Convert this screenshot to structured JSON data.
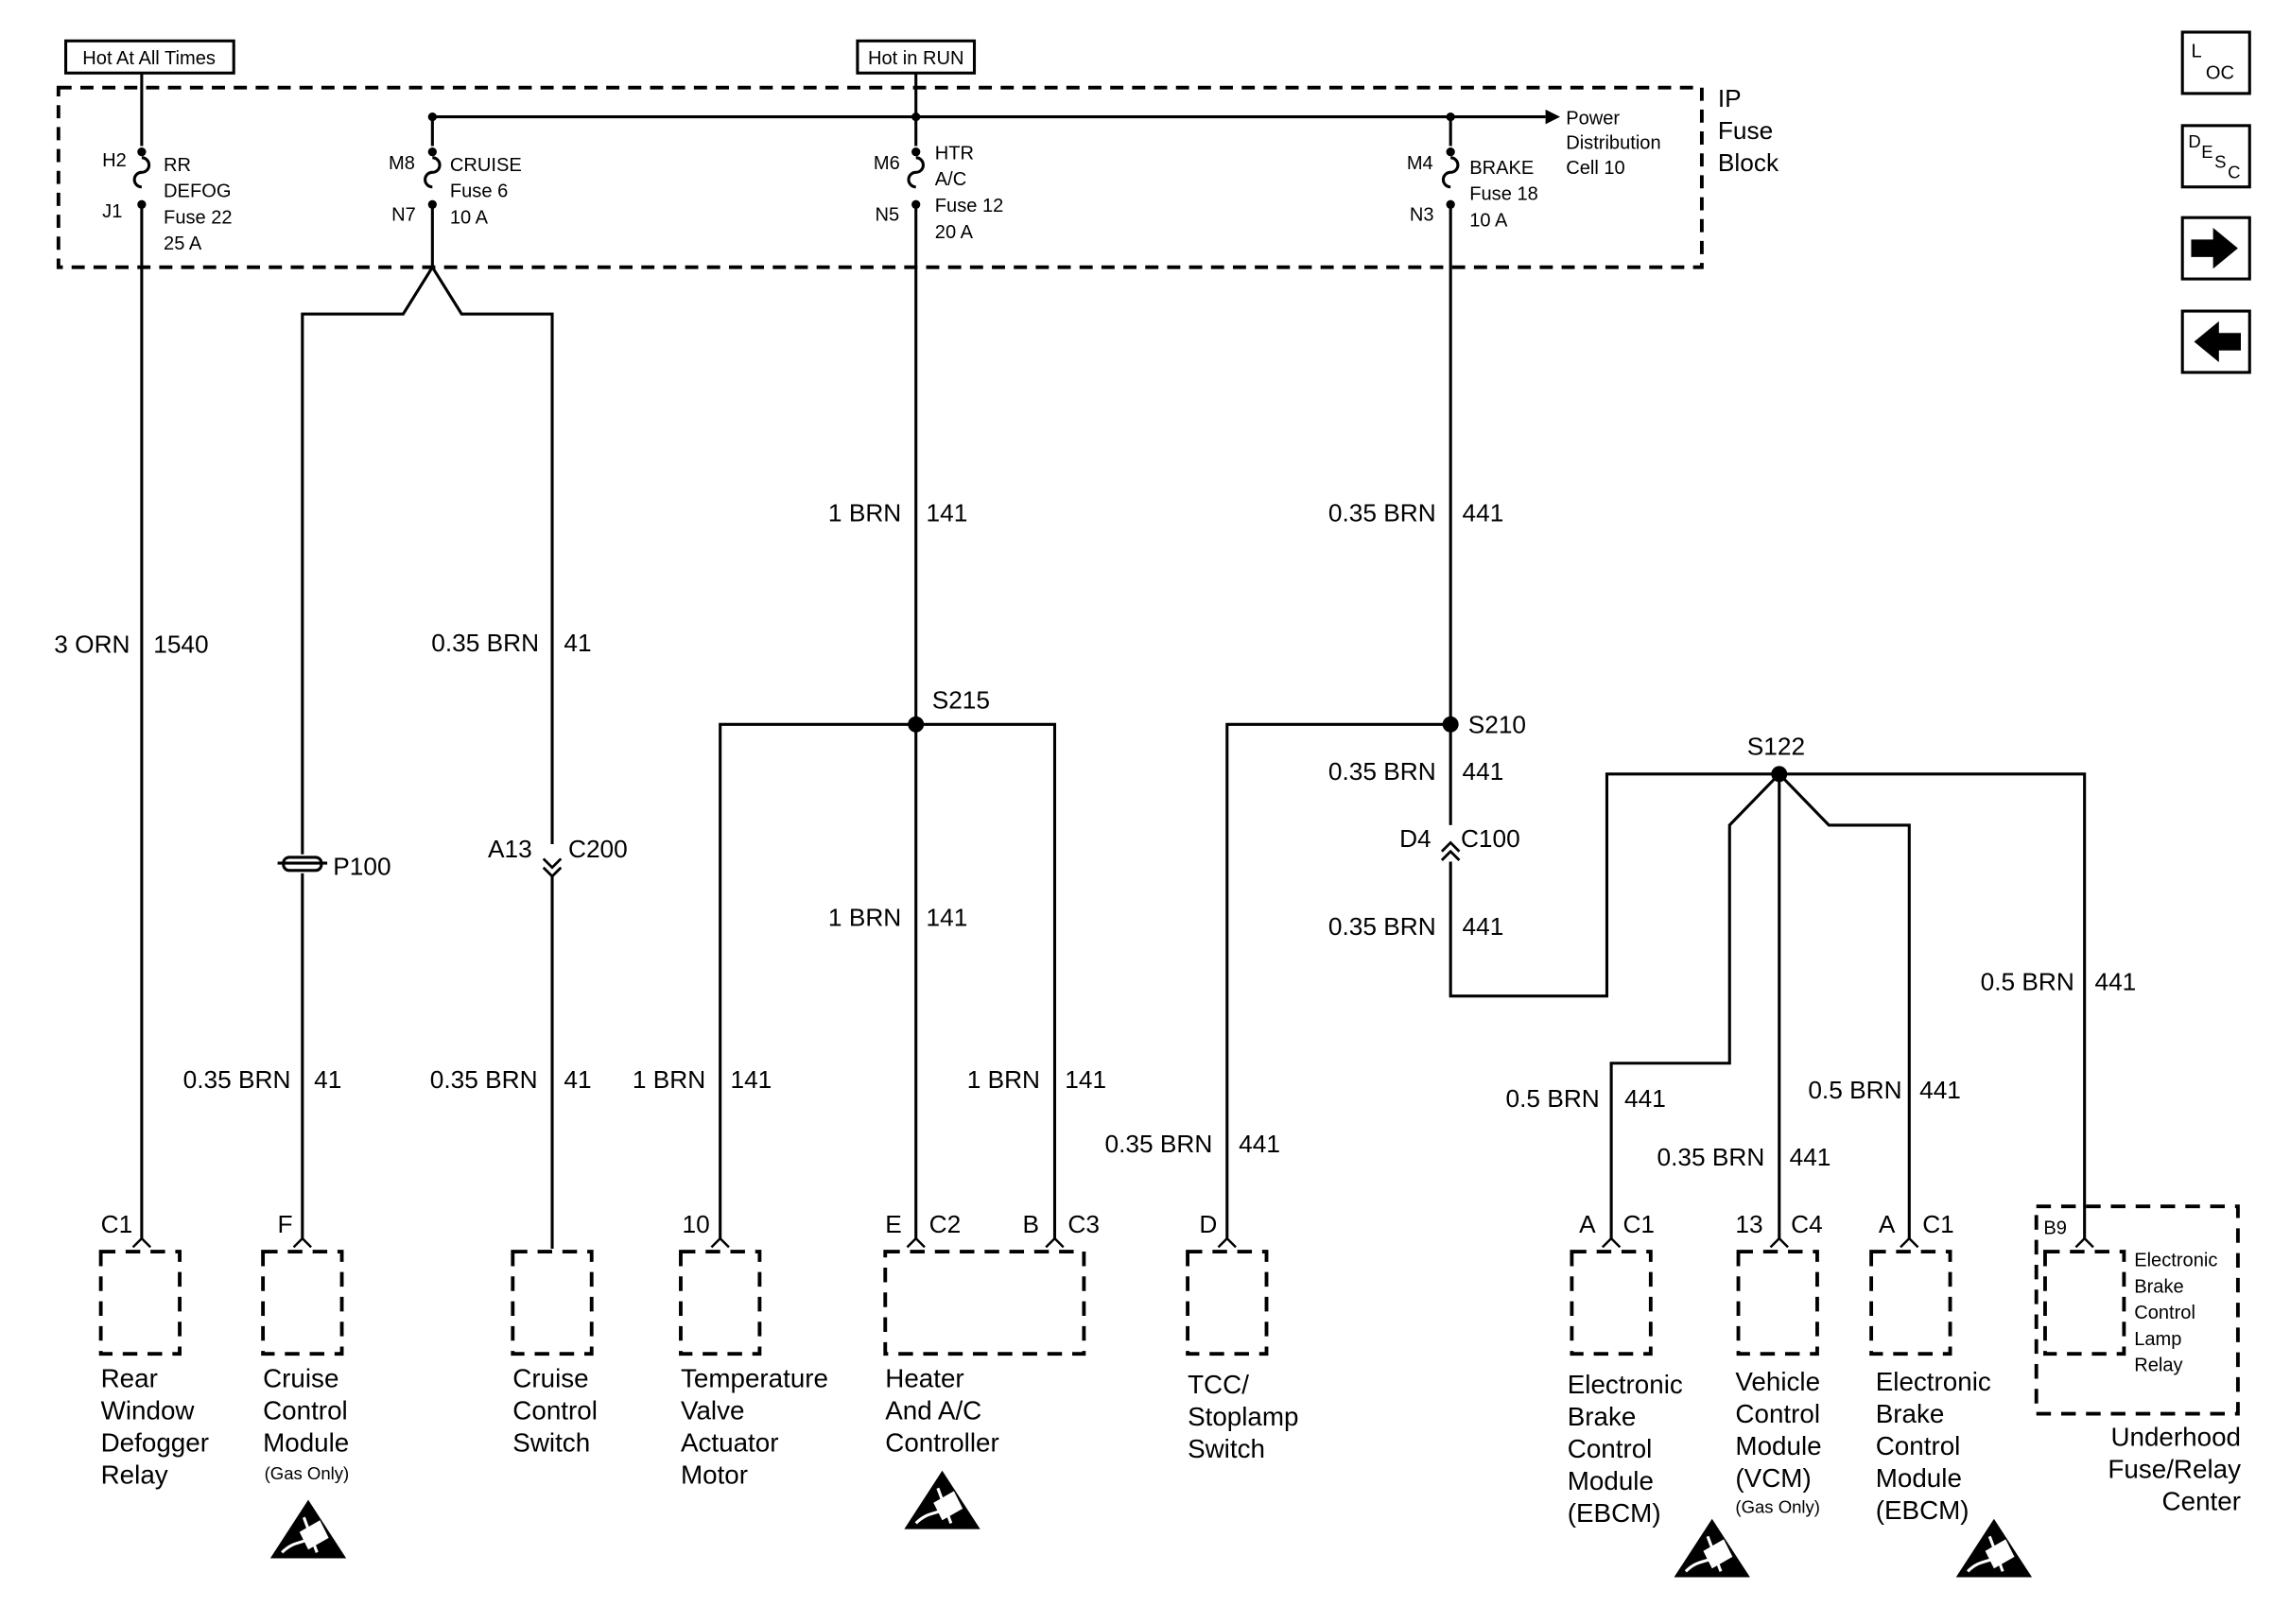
{
  "supplies": {
    "hot_at_all_times": "Hot At All Times",
    "hot_in_run": "Hot in RUN"
  },
  "fuse_block": {
    "label_line1": "IP",
    "label_line2": "Fuse",
    "label_line3": "Block",
    "power_distribution": [
      "Power",
      "Distribution",
      "Cell 10"
    ],
    "fuses": {
      "rr_defog": {
        "top": "H2",
        "bottom": "J1",
        "lines": [
          "RR",
          "DEFOG",
          "Fuse 22",
          "25 A"
        ]
      },
      "cruise": {
        "top": "M8",
        "bottom": "N7",
        "lines": [
          "CRUISE",
          "Fuse 6",
          "10 A"
        ]
      },
      "htr_ac": {
        "top": "M6",
        "bottom": "N5",
        "lines": [
          "HTR",
          "A/C",
          "Fuse 12",
          "20 A"
        ]
      },
      "brake": {
        "top": "M4",
        "bottom": "N3",
        "lines": [
          "BRAKE",
          "Fuse 18",
          "10 A"
        ]
      }
    }
  },
  "wires": {
    "w1540": {
      "gauge": "3 ORN",
      "circuit": "1540"
    },
    "w41_top": {
      "gauge": "0.35 BRN",
      "circuit": "41"
    },
    "w41_cruise_module": {
      "gauge": "0.35 BRN",
      "circuit": "41"
    },
    "w41_cruise_switch": {
      "gauge": "0.35 BRN",
      "circuit": "41"
    },
    "w141_top": {
      "gauge": "1 BRN",
      "circuit": "141"
    },
    "w141_mid": {
      "gauge": "1 BRN",
      "circuit": "141"
    },
    "w141_temp": {
      "gauge": "1 BRN",
      "circuit": "141"
    },
    "w141_heater_b": {
      "gauge": "1 BRN",
      "circuit": "141"
    },
    "w441_top": {
      "gauge": "0.35 BRN",
      "circuit": "441"
    },
    "w441_s210": {
      "gauge": "0.35 BRN",
      "circuit": "441"
    },
    "w441_c100": {
      "gauge": "0.35 BRN",
      "circuit": "441"
    },
    "w441_tcc": {
      "gauge": "0.35 BRN",
      "circuit": "441"
    },
    "w441_ebcm1": {
      "gauge": "0.5 BRN",
      "circuit": "441"
    },
    "w441_vcm": {
      "gauge": "0.35 BRN",
      "circuit": "441"
    },
    "w441_ebcm2": {
      "gauge": "0.5 BRN",
      "circuit": "441"
    },
    "w441_underhood": {
      "gauge": "0.5 BRN",
      "circuit": "441"
    }
  },
  "splices": {
    "s215": "S215",
    "s210": "S210",
    "s122": "S122"
  },
  "connectors": {
    "p100": "P100",
    "c200_pin": "A13",
    "c200": "C200",
    "c100_pin": "D4",
    "c100": "C100"
  },
  "components": {
    "rear_window": {
      "pin": "C1",
      "lines": [
        "Rear",
        "Window",
        "Defogger",
        "Relay"
      ]
    },
    "cruise_module": {
      "pin": "F",
      "lines": [
        "Cruise",
        "Control",
        "Module"
      ],
      "note": "(Gas Only)"
    },
    "cruise_switch": {
      "lines": [
        "Cruise",
        "Control",
        "Switch"
      ]
    },
    "temp_valve": {
      "pin": "10",
      "lines": [
        "Temperature",
        "Valve",
        "Actuator",
        "Motor"
      ]
    },
    "heater_ac": {
      "pin_e": "E",
      "conn_e": "C2",
      "pin_b": "B",
      "conn_b": "C3",
      "lines": [
        "Heater",
        "And A/C",
        "Controller"
      ]
    },
    "tcc_switch": {
      "pin": "D",
      "lines": [
        "TCC/",
        "Stoplamp",
        "Switch"
      ]
    },
    "ebcm1": {
      "pin": "A",
      "conn": "C1",
      "lines": [
        "Electronic",
        "Brake",
        "Control",
        "Module",
        "(EBCM)"
      ]
    },
    "vcm": {
      "pin": "13",
      "conn": "C4",
      "lines": [
        "Vehicle",
        "Control",
        "Module",
        "(VCM)"
      ],
      "note": "(Gas Only)"
    },
    "ebcm2": {
      "pin": "A",
      "conn": "C1",
      "lines": [
        "Electronic",
        "Brake",
        "Control",
        "Module",
        "(EBCM)"
      ]
    },
    "underhood": {
      "pin": "B9",
      "relay_lines": [
        "Electronic",
        "Brake",
        "Control",
        "Lamp",
        "Relay"
      ],
      "lines": [
        "Underhood",
        "Fuse/Relay",
        "Center"
      ]
    }
  },
  "nav": {
    "loc": {
      "main": "L",
      "sub": "OC"
    },
    "desc": {
      "main": "D",
      "sub1": "E",
      "sub2": "S",
      "sub3": "C"
    }
  }
}
